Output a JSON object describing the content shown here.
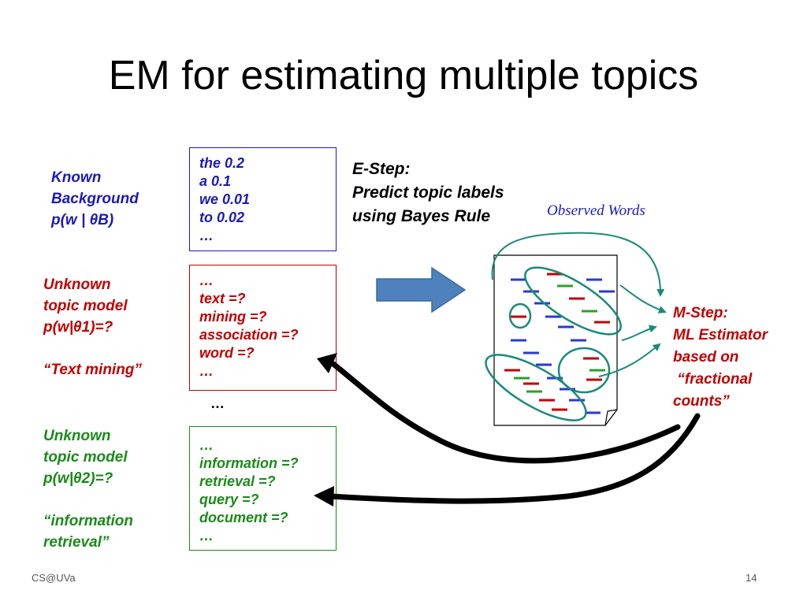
{
  "slide": {
    "title": "EM for estimating multiple topics",
    "footer_left": "CS@UVa",
    "footer_right": "14"
  },
  "background": {
    "label_lines": [
      "Known",
      "Background",
      "p(w | θB)"
    ],
    "box_lines": [
      "the  0.2",
      "a 0.1",
      "we 0.01",
      "to 0.02",
      "…"
    ],
    "color": "#1a1ab8"
  },
  "topic1": {
    "label_lines": [
      "Unknown",
      "topic model",
      "p(w|θ1)=?",
      "",
      "“Text mining”"
    ],
    "box_lines": [
      "…",
      "text =?",
      "mining =?",
      "association =?",
      "word =?",
      "…"
    ],
    "color": "#c00000"
  },
  "between_boxes": "…",
  "topic2": {
    "label_lines": [
      "Unknown",
      "topic model",
      "p(w|θ2)=?",
      "",
      "“information",
      "retrieval”"
    ],
    "box_lines": [
      "…",
      "information =?",
      "retrieval =?",
      "query =?",
      "document =?",
      "…"
    ],
    "color": "#1a8a1a"
  },
  "estep": {
    "lines": [
      "E-Step:",
      "Predict topic labels",
      "using Bayes Rule"
    ]
  },
  "observed_label": "Observed Words",
  "mstep": {
    "lines": [
      "M-Step:",
      "ML Estimator",
      "based on",
      " “fractional",
      "counts”"
    ]
  },
  "icons": [
    "right-block-arrow-icon",
    "document-icon",
    "curved-arrow-icon"
  ],
  "colors": {
    "arrow_fill": "#4f81bd",
    "ellipse": "#1a8a7a",
    "word_blue": "#2a3ad0",
    "word_red": "#c00000",
    "word_green": "#2aa02a"
  }
}
